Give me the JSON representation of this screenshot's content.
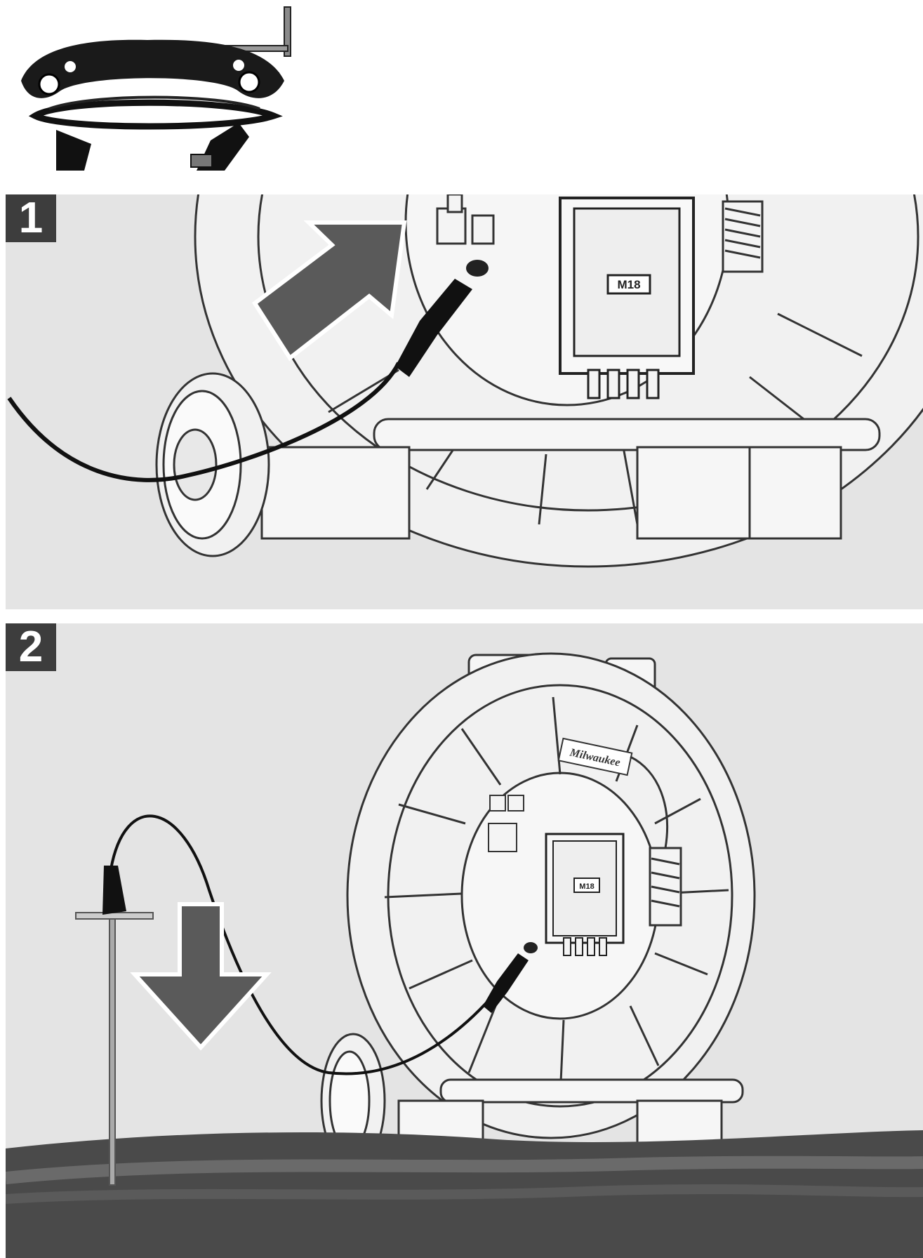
{
  "steps": [
    {
      "number": "1",
      "label_on_reel": "M18"
    },
    {
      "number": "2",
      "brand_logo": "Milwaukee",
      "label_on_reel": "M18"
    }
  ],
  "colors": {
    "badge": "#3d3d3d",
    "arrow": "#5a5a5a",
    "panel": "#e4e4e4",
    "ground": "#4a4a4a",
    "cable": "#111111"
  },
  "icons": [
    "grounding-clamp-cable-icon",
    "arrow-up-right-icon",
    "arrow-down-icon"
  ]
}
